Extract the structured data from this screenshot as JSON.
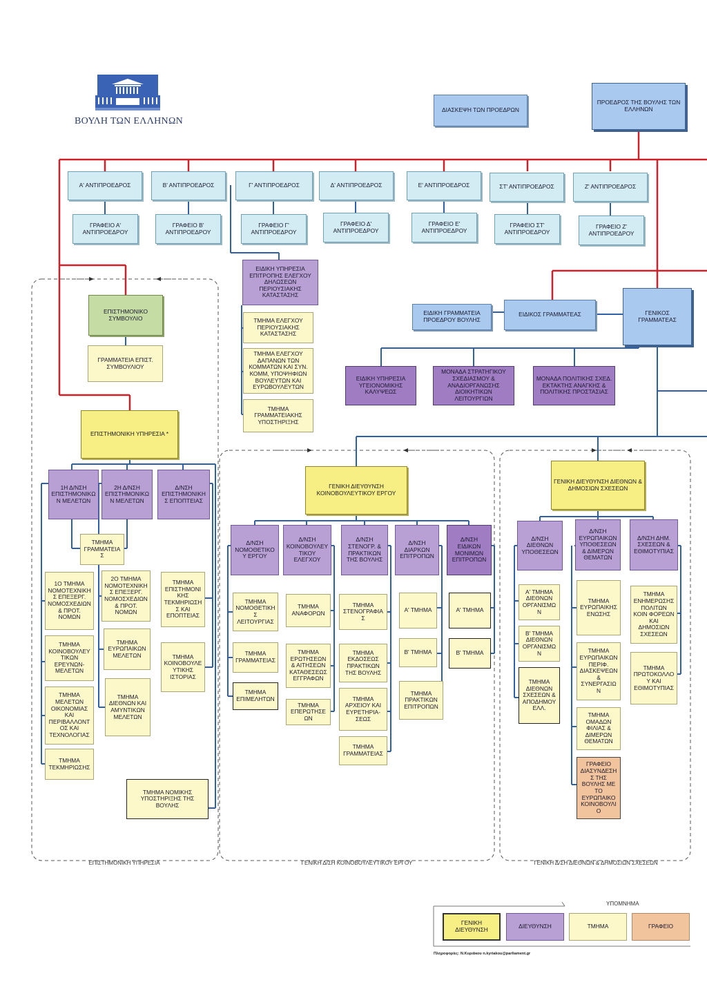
{
  "header": {
    "logo_caption": "ΒΟΥΛΗ ΤΩΝ ΕΛΛΗΝΩΝ",
    "conference": "ΔΙΑΣΚΕΨΗ ΤΩΝ ΠΡΟΕΔΡΩΝ",
    "president": "ΠΡΟΕΔΡΟΣ ΤΗΣ ΒΟΥΛΗΣ ΤΩΝ ΕΛΛΗΝΩΝ"
  },
  "vice_presidents": [
    {
      "title": "Α' ΑΝΤΙΠΡΟΕΔΡΟΣ",
      "office": "ΓΡΑΦΕΙΟ Α' ΑΝΤΙΠΡΟΕΔΡΟΥ"
    },
    {
      "title": "Β' ΑΝΤΙΠΡΟΕΔΡΟΣ",
      "office": "ΓΡΑΦΕΙΟ Β' ΑΝΤΙΠΡΟΕΔΡΟΥ"
    },
    {
      "title": "Γ' ΑΝΤΙΠΡΟΕΔΡΟΣ",
      "office": "ΓΡΑΦΕΙΟ Γ' ΑΝΤΙΠΡΟΕΔΡΟΥ"
    },
    {
      "title": "Δ' ΑΝΤΙΠΡΟΕΔΡΟΣ",
      "office": "ΓΡΑΦΕΙΟ Δ' ΑΝΤΙΠΡΟΕΔΡΟΥ"
    },
    {
      "title": "Ε' ΑΝΤΙΠΡΟΕΔΡΟΣ",
      "office": "ΓΡΑΦΕΙΟ Ε' ΑΝΤΙΠΡΟΕΔΡΟΥ"
    },
    {
      "title": "ΣΤ' ΑΝΤΙΠΡΟΕΔΡΟΣ",
      "office": "ΓΡΑΦΕΙΟ ΣΤ' ΑΝΤΙΠΡΟΕΔΡΟΥ"
    },
    {
      "title": "Ζ' ΑΝΤΙΠΡΟΕΔΡΟΣ",
      "office": "ΓΡΑΦΕΙΟ Ζ' ΑΝΤΙΠΡΟΕΔΡΟΥ"
    }
  ],
  "special_committee": {
    "service": "ΕΙΔΙΚΗ ΥΠΗΡΕΣΙΑ ΕΠΙΤΡΟΠΗΣ ΕΛΕΓΧΟΥ ΔΗΛΩΣΕΩΝ ΠΕΡΙΟΥΣΙΑΚΗΣ ΚΑΤΑΣΤΑΣΗΣ",
    "units": [
      "ΤΜΗΜΑ ΕΛΕΓΧΟΥ ΠΕΡΙΟΥΣΙΑΚΗΣ ΚΑΤΑΣΤΑΣΗΣ",
      "ΤΜΗΜΑ ΕΛΕΓΧΟΥ ΔΑΠΑΝΩΝ ΤΩΝ ΚΟΜΜΑΤΩΝ ΚΑΙ ΣΥΝ. ΚΟΜΜ, ΥΠΟΨΗΦΙΩΝ ΒΟΥΛΕΥΤΩΝ ΚΑΙ ΕΥΡΩΒΟΥΛΕΥΤΩΝ",
      "ΤΜΗΜΑ ΓΡΑΜΜΑΤΕΙΑΚΗΣ ΥΠΟΣΤΗΡΙΞΗΣ"
    ]
  },
  "scientific_council": {
    "title": "ΕΠΙΣΤΗΜΟΝΙΚΟ ΣΥΜΒΟΥΛΙΟ",
    "secretariat": "ΓΡΑΜΜΑΤΕΙΑ ΕΠΙΣΤ. ΣΥΜΒΟΥΛΙΟΥ"
  },
  "secretariat": {
    "special_president": "ΕΙΔΙΚΗ ΓΡΑΜΜΑΤΕΙΑ ΠΡΟΕΔΡΟΥ ΒΟΥΛΗΣ",
    "special_secretary": "ΕΙΔΙΚΟΣ ΓΡΑΜΜΑΤΕΑΣ",
    "general_secretary": "ΓΕΝΙΚΟΣ ΓΡΑΜΜΑΤΕΑΣ",
    "units": [
      "ΕΙΔΙΚΗ ΥΠΗΡΕΣΙΑ ΥΓΕΙΟΝΟΜΙΚΗΣ ΚΑΛΥΨΕΩΣ",
      "ΜΟΝΑΔΑ ΣΤΡΑΤΗΓΙΚΟΥ ΣΧΕΔΙΑΣΜΟΥ & ΑΝΑΔΙΟΡΓΑΝΩΣΗΣ ΔΙΟΙΚΗΤΙΚΩΝ ΛΕΙΤΟΥΡΓΙΩΝ",
      "ΜΟΝΑΔΑ ΠΟΛΙΤΙΚΗΣ ΣΧΕΔ. ΕΚΤΑΚΤΗΣ ΑΝΑΓΚΗΣ & ΠΟΛΙΤΙΚΗΣ ΠΡΟΣΤΑΣΙΑΣ"
    ]
  },
  "scientific_service": {
    "title": "ΕΠΙΣΤΗΜΟΝΙΚΗ ΥΠΗΡΕΣΙΑ *",
    "caption": "ΕΠΙΣΤΗΜΟΝΙΚΗ ΥΠΗΡΕΣΙΑ",
    "directorates": [
      "1η Δ/ΝΣΗ ΕΠΙΣΤΗΜΟΝΙΚΩΝ ΜΕΛΕΤΩΝ",
      "2η Δ/ΝΣΗ ΕΠΙΣΤΗΜΟΝΙΚΩΝ ΜΕΛΕΤΩΝ",
      "Δ/ΝΣΗ ΕΠΙΣΤΗΜΟΝΙΚΗΣ ΕΠΟΠΤΕΙΑΣ"
    ],
    "secretariat_unit": "ΤΜΗΜΑ ΓΡΑΜΜΑΤΕΙΑΣ",
    "col1_units": [
      "1ο ΤΜΗΜΑ ΝΟΜΟΤΕΧΝΙΚΗΣ ΕΠΕΞΕΡΓ. ΝΟΜΟΣΧΕΔΙΩΝ & ΠΡΟΤ. ΝΟΜΩΝ",
      "ΤΜΗΜΑ ΚΟΙΝΟΒΟΥΛΕΥΤΙΚΩΝ ΕΡΕΥΝΩΝ-ΜΕΛΕΤΩΝ",
      "ΤΜΗΜΑ ΜΕΛΕΤΩΝ ΟΙΚΟΝΟΜΙΑΣ ΚΑΙ ΠΕΡΙΒΑΛΛΟΝΤΟΣ ΚΑΙ ΤΕΧΝΟΛΟΓΙΑΣ",
      "ΤΜΗΜΑ ΤΕΚΜΗΡΙΩΣΗΣ"
    ],
    "col2_units": [
      "2ο ΤΜΗΜΑ ΝΟΜΟΤΕΧΝΙΚΗΣ ΕΠΕΞΕΡΓ. ΝΟΜΟΣΧΕΔΙΩΝ & ΠΡΟΤ. ΝΟΜΩΝ",
      "ΤΜΗΜΑ ΕΥΡΩΠΑΙΚΩΝ ΜΕΛΕΤΩΝ",
      "ΤΜΗΜΑ ΔΙΕΘΝΩΝ ΚΑΙ ΑΜΥΝΤΙΚΩΝ ΜΕΛΕΤΩΝ"
    ],
    "col3_units": [
      "ΤΜΗΜΑ ΕΠΙΣΤΗΜΟΝΙΚΗΣ ΤΕΚΜΗΡΙΩΣΗΣ ΚΑΙ ΕΠΟΠΤΕΙΑΣ",
      "ΤΜΗΜΑ ΚΟΙΝΟΒΟΥΛΕΥΤΙΚΗΣ ΙΣΤΟΡΙΑΣ"
    ],
    "legal_unit": "ΤΜΗΜΑ ΝΟΜΙΚΗΣ ΥΠΟΣΤΗΡΙΞΗΣ ΤΗΣ ΒΟΥΛΗΣ"
  },
  "parliamentary_work": {
    "title": "ΓΕΝΙΚΗ ΔΙΕΥΘΥΝΣΗ ΚΟΙΝΟΒΟΥΛΕΥΤΙΚΟΥ ΕΡΓΟΥ",
    "caption": "ΓΕΝΙΚΗ Δ/ΣΗ ΚΟΙΝΟΒΟΥΛΕΥΤΙΚΟΥ ΕΡΓΟΥ",
    "directorates": [
      "Δ/ΝΣΗ ΝΟΜΟΘΕΤΙΚΟΥ ΕΡΓΟΥ",
      "Δ/ΝΣΗ ΚΟΙΝΟΒΟΥΛΕΥΤΙΚΟΥ ΕΛΕΓΧΟΥ",
      "Δ/ΝΣΗ ΣΤΕΝΟΓΡ. & ΠΡΑΚΤΙΚΩΝ ΤΗΣ ΒΟΥΛΗΣ",
      "Δ/ΝΣΗ ΔΙΑΡΚΩΝ ΕΠΙΤΡΟΠΩΝ",
      "Δ/ΝΣΗ ΕΙΔΙΚΩΝ ΜΟΝΙΜΩΝ ΕΠΙΤΡΟΠΩΝ"
    ],
    "d1_units": [
      "ΤΜΗΜΑ ΝΟΜΟΘΕΤΙΚΗΣ ΛΕΙΤΟΥΡΓΙΑΣ",
      "ΤΜΗΜΑ ΓΡΑΜΜΑΤΕΙΑΣ",
      "ΤΜΗΜΑ ΕΠΙΜΕΛΗΤΩΝ"
    ],
    "d2_units": [
      "ΤΜΗΜΑ ΑΝΑΦΟΡΩΝ",
      "ΤΜΗΜΑ ΕΡΩΤΗΣΕΩΝ & ΑΙΤΗΣΕΩΝ ΚΑΤΑΘΕΣΕΩΣ ΕΓΓΡΑΦΩΝ",
      "ΤΜΗΜΑ ΕΠΕΡΩΤΗΣΕΩΝ"
    ],
    "d3_units": [
      "ΤΜΗΜΑ ΣΤΕΝΟΓΡΑΦΙΑΣ",
      "ΤΜΗΜΑ ΕΚΔΟΣΕΩΣ ΠΡΑΚΤΙΚΩΝ ΤΗΣ ΒΟΥΛΗΣ",
      "ΤΜΗΜΑ ΑΡΧΕΙΟΥ ΚΑΙ ΕΥΡΕΤΗΡΙΑ-ΣΕΩΣ",
      "ΤΜΗΜΑ ΓΡΑΜΜΑΤΕΙΑΣ"
    ],
    "d4_units": [
      "Α' ΤΜΗΜΑ",
      "Β' ΤΜΗΜΑ",
      "ΤΜΗΜΑ ΠΡΑΚΤΙΚΩΝ ΕΠΙΤΡΟΠΩΝ"
    ],
    "d5_units": [
      "Α' ΤΜΗΜΑ",
      "Β' ΤΜΗΜΑ"
    ]
  },
  "international_relations": {
    "title": "ΓΕΝΙΚΗ ΔΙΕΥΘΥΝΣΗ ΔΙΕΘΝΩΝ & ΔΗΜΟΣΙΩΝ ΣΧΕΣΕΩΝ",
    "caption": "ΓΕΝΙΚΗ Δ/ΣΗ ΔΙΕΘΝΩΝ & ΔΗΜΟΣΙΩΝ ΣΧΕΣΕΩΝ",
    "directorates": [
      "Δ/ΝΣΗ ΔΙΕΘΝΩΝ ΥΠΟΘΕΣΕΩΝ",
      "Δ/ΝΣΗ ΕΥΡΩΠΑΙΚΩΝ ΥΠΟΘΕΣΕΩΝ & ΔΙΜΕΡΩΝ ΘΕΜΑΤΩΝ",
      "Δ/ΝΣΗ ΔΗΜ. ΣΧΕΣΕΩΝ & ΕΘΙΜΟΤΥΠΙΑΣ"
    ],
    "d1_units": [
      "Α' ΤΜΗΜΑ ΔΙΕΘΝΩΝ ΟΡΓΑΝΙΣΜΩΝ",
      "Β' ΤΜΗΜΑ ΔΙΕΘΝΩΝ ΟΡΓΑΝΙΣΜΩΝ",
      "ΤΜΗΜΑ ΔΙΕΘΝΩΝ ΣΧΕΣΕΩΝ & ΑΠΟΔΗΜΟΥ ΕΛΛ."
    ],
    "d2_units": [
      "ΤΜΗΜΑ ΕΥΡΩΠΑΙΚΗΣ ΕΝΩΣΗΣ",
      "ΤΜΗΜΑ ΕΥΡΩΠΑΙΚΩΝ ΠΕΡΙΦ. ΔΙΑΣΚΕΨΕΩΝ & ΣΥΝΕΡΓΑΣΙΩΝ",
      "ΤΜΗΜΑ ΟΜΑΔΩΝ ΦΙΛΙΑΣ & ΔΙΜΕΡΩΝ ΘΕΜΑΤΩΝ"
    ],
    "d2_office": "ΓΡΑΦΕΙΟ ΔΙΑΣΥΝΔΕΣΗΣ ΤΗΣ ΒΟΥΛΗΣ ΜΕ ΤΟ ΕΥΡΩΠΑΙΚΟ ΚΟΙΝΟΒΟΥΛΙΟ",
    "d3_units": [
      "ΤΜΗΜΑ ΕΝΗΜΕΡΩΣΗΣ ΠΟΛΙΤΩΝ ΚΟΙΝ ΦΟΡΕΩΝ ΚΑΙ ΔΗΜΟΣΙΩΝ ΣΧΕΣΕΩΝ",
      "ΤΜΗΜΑ ΠΡΩΤΟΚΟΛΛΟΥ ΚΑΙ ΕΘΙΜΟΤΥΠΙΑΣ"
    ]
  },
  "legend": {
    "title": "ΥΠΟΜΝΗΜΑ",
    "items": [
      "ΓΕΝΙΚΗ ΔΙΕΥΘΥΝΣΗ",
      "ΔΙΕΥΘΥΝΣΗ",
      "ΤΜΗΜΑ",
      "ΓΡΑΦΕΙΟ"
    ]
  },
  "info": "Πληροφορίες: Ν.Κυριάκου n.kyriakou@parliament.gr",
  "colors": {
    "red_line": "#cc2129",
    "blue_line": "#2e5fa8",
    "general_directorate": "#f7ef83",
    "directorate": "#b9a0d4",
    "unit": "#fdf8c9",
    "office": "#f2c49d"
  }
}
